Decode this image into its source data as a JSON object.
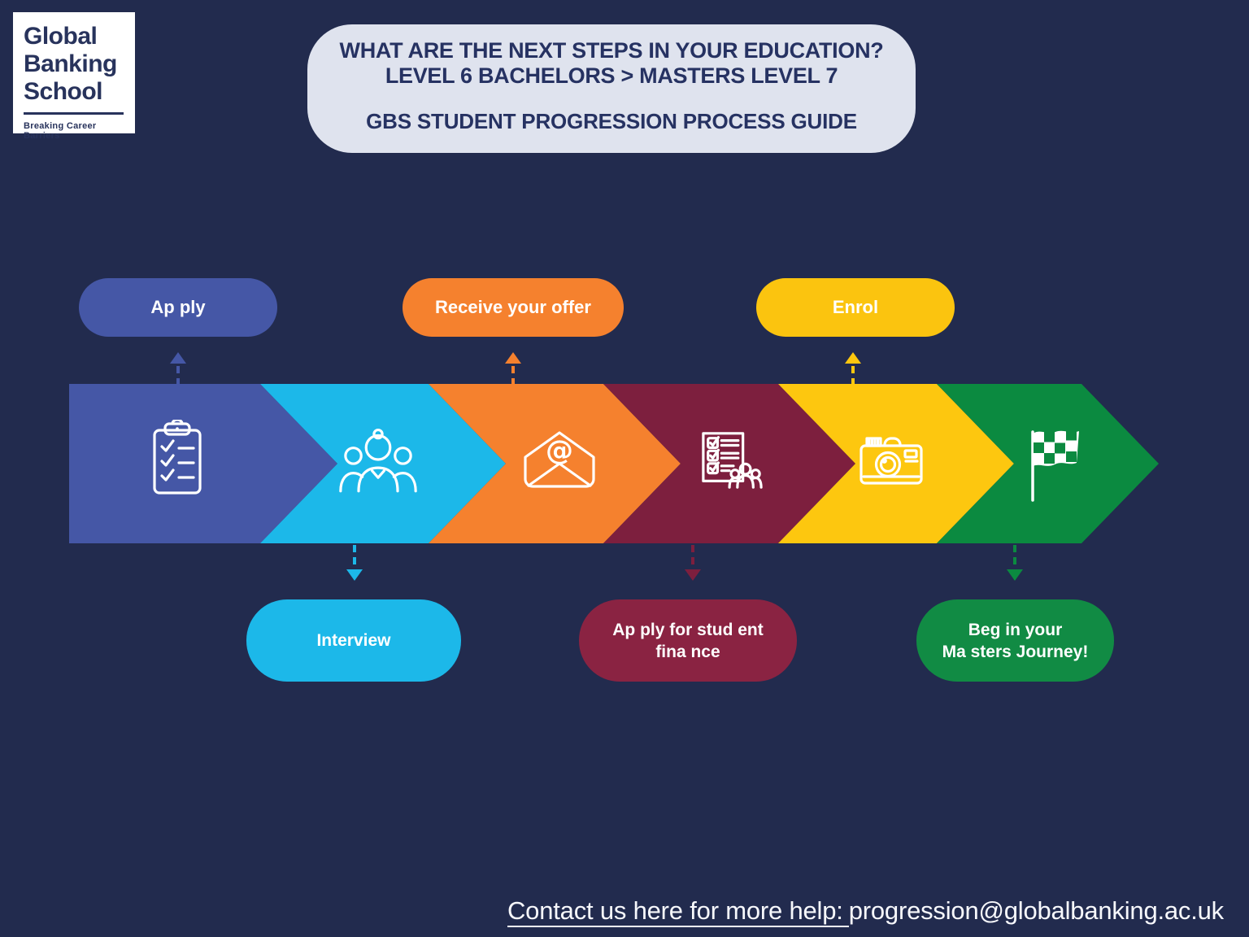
{
  "palette": {
    "background": "#222b4e",
    "header_bg": "#dfe3ee",
    "navy_text": "#263262",
    "logo_text": "#28335c",
    "white": "#ffffff"
  },
  "logo": {
    "line1": "Global",
    "line2": "Banking",
    "line3": "School",
    "tagline": "Breaking Career Barriers"
  },
  "header": {
    "title_line1": "WHAT ARE THE NEXT STEPS IN YOUR EDUCATION?",
    "title_line2": "LEVEL 6 BACHELORS > MASTERS LEVEL 7",
    "subtitle": "GBS STUDENT PROGRESSION PROCESS GUIDE"
  },
  "process": {
    "steps": [
      {
        "icon": "clipboard-checklist-icon",
        "color": "#4557a6"
      },
      {
        "icon": "people-group-icon",
        "color": "#1cb8e9"
      },
      {
        "icon": "email-at-icon",
        "color": "#f5812e"
      },
      {
        "icon": "checklist-people-icon",
        "color": "#7d1f3e"
      },
      {
        "icon": "camera-icon",
        "color": "#fdc70f"
      },
      {
        "icon": "checkered-flag-icon",
        "color": "#0b8a40"
      }
    ],
    "at_symbol": "@",
    "labels_above": [
      {
        "text": "Ap ply",
        "color": "#4557a6"
      },
      {
        "text": "Receive your offer",
        "color": "#f5812e"
      },
      {
        "text": "Enrol",
        "color": "#fbc40f"
      }
    ],
    "labels_below": [
      {
        "line1": "Interview",
        "line2": "",
        "color": "#1cb8e9"
      },
      {
        "line1": "Ap ply for stud ent",
        "line2": "fina nce",
        "color": "#8a2342"
      },
      {
        "line1": "Beg in your",
        "line2": "Ma sters Journey!",
        "color": "#118b44"
      }
    ]
  },
  "footer": {
    "contact_prefix": "Contact us here for more help:",
    "contact_email": "progression@globalbanking.ac.uk"
  }
}
